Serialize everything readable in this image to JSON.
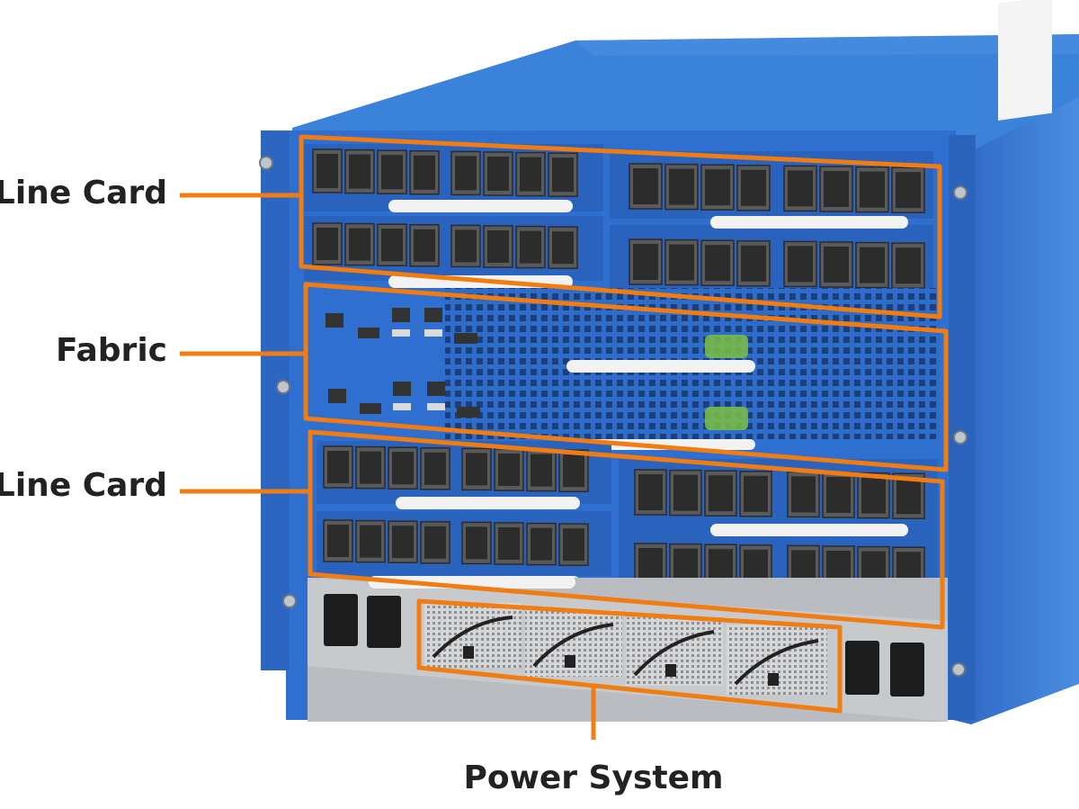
{
  "labels": {
    "line_card_top": "Line Card",
    "fabric": "Fabric",
    "line_card_bottom": "Line Card",
    "power_system": "Power System"
  },
  "colors": {
    "accent_orange": "#F07C12",
    "chassis_blue": "#2F6FD0",
    "chassis_blue_dark": "#1F4FA3",
    "chassis_top": "#3A82DA",
    "port_dark": "#3A3A3A",
    "handle_white": "#F2F2F2",
    "psu_gray": "#C9CCCF",
    "label_text": "#222222"
  },
  "icons": {
    "port_cage": "sfp-port-icon",
    "ethernet_port": "rj45-port-icon",
    "power_inlet": "power-inlet-icon",
    "screw": "screw-icon",
    "fan_grille": "fan-grille-icon"
  }
}
